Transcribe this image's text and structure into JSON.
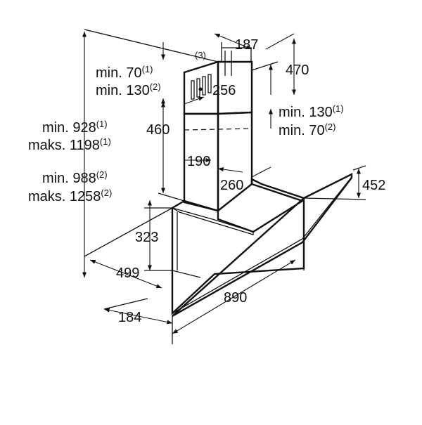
{
  "dimensions": {
    "d187": "187",
    "d470": "470",
    "d256": "256",
    "d460": "460",
    "d190": "190",
    "d260": "260",
    "d452": "452",
    "d323": "323",
    "d499": "499",
    "d890": "890",
    "d184": "184"
  },
  "notes": {
    "n3": "(3)",
    "chimney_top_left_1": "min. 70",
    "chimney_top_left_1_sup": "(1)",
    "chimney_top_left_2": "min. 130",
    "chimney_top_left_2_sup": "(2)",
    "chimney_right_1": "min. 130",
    "chimney_right_1_sup": "(1)",
    "chimney_right_2": "min. 70",
    "chimney_right_2_sup": "(2)",
    "height_1": "min. 928",
    "height_1_sup": "(1)",
    "height_2": "maks. 1198",
    "height_2_sup": "(1)",
    "height_3": "min. 988",
    "height_3_sup": "(2)",
    "height_4": "maks. 1258",
    "height_4_sup": "(2)"
  }
}
